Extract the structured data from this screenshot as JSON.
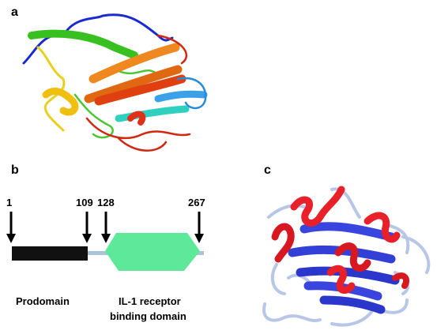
{
  "panels": {
    "a": {
      "letter": "a"
    },
    "b": {
      "letter": "b",
      "positions": [
        "1",
        "109",
        "128",
        "267"
      ],
      "domains": {
        "prodomain": "Prodomain",
        "receptor_line1": "IL-1 receptor",
        "receptor_line2": "binding domain"
      }
    },
    "c": {
      "letter": "c"
    }
  },
  "colors": {
    "prodomain_bar": "#111111",
    "linker": "#a9c4d8",
    "receptor_domain": "#5ee89a",
    "helix": "#e8202a",
    "strand": "#3a45e0",
    "loop": "#b8c6e8"
  }
}
